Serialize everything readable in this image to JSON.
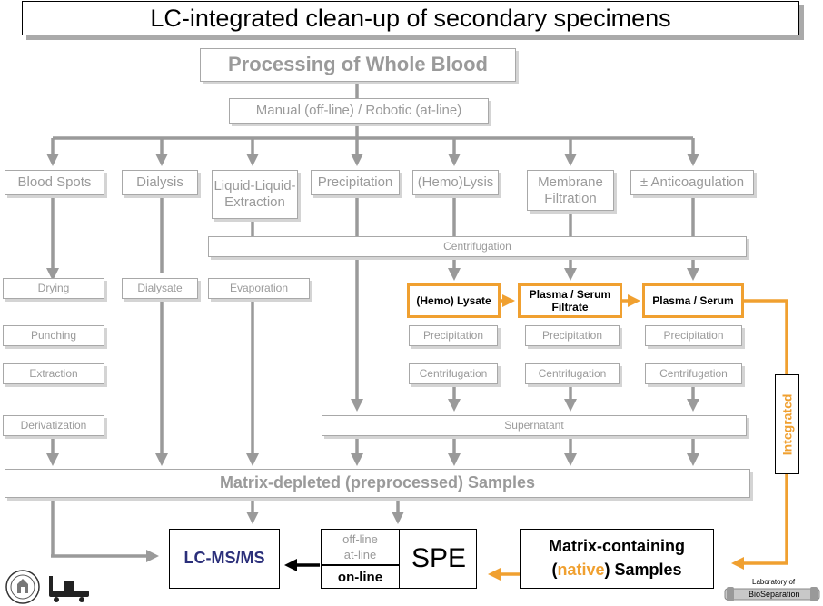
{
  "title": "LC-integrated clean-up of secondary specimens",
  "header": {
    "main": "Processing of Whole Blood",
    "sub": "Manual (off-line) / Robotic (at-line)"
  },
  "methods": [
    "Blood Spots",
    "Dialysis",
    "Liquid-Liquid-Extraction",
    "Precipitation",
    "(Hemo)Lysis",
    "Membrane Filtration",
    "± Anticoagulation"
  ],
  "centrifugation": "Centrifugation",
  "left_steps": [
    "Drying",
    "Punching",
    "Extraction",
    "Derivatization"
  ],
  "dialysate": "Dialysate",
  "evaporation": "Evaporation",
  "products": {
    "lysate": "(Hemo) Lysate",
    "filtrate": "Plasma / Serum Filtrate",
    "serum": "Plasma / Serum"
  },
  "sub_steps": {
    "precipitation": "Precipitation",
    "centrifugation": "Centrifugation"
  },
  "supernatant": "Supernatant",
  "matrix_depleted": "Matrix-depleted (preprocessed) Samples",
  "integrated": "Integrated",
  "lcms": "LC-MS/MS",
  "spe": {
    "offline": "off-line",
    "atline": "at-line",
    "online": "on-line",
    "label": "SPE"
  },
  "matrix_containing": {
    "line1": "Matrix-containing",
    "paren_open": "(",
    "native": "native",
    "paren_close": ")",
    "rest": " Samples"
  },
  "lab": {
    "line1": "Laboratory of",
    "line2": "BioSeparation"
  },
  "colors": {
    "orange": "#f0a030",
    "navy": "#2b2f7a",
    "grey": "#9a9a9a"
  }
}
